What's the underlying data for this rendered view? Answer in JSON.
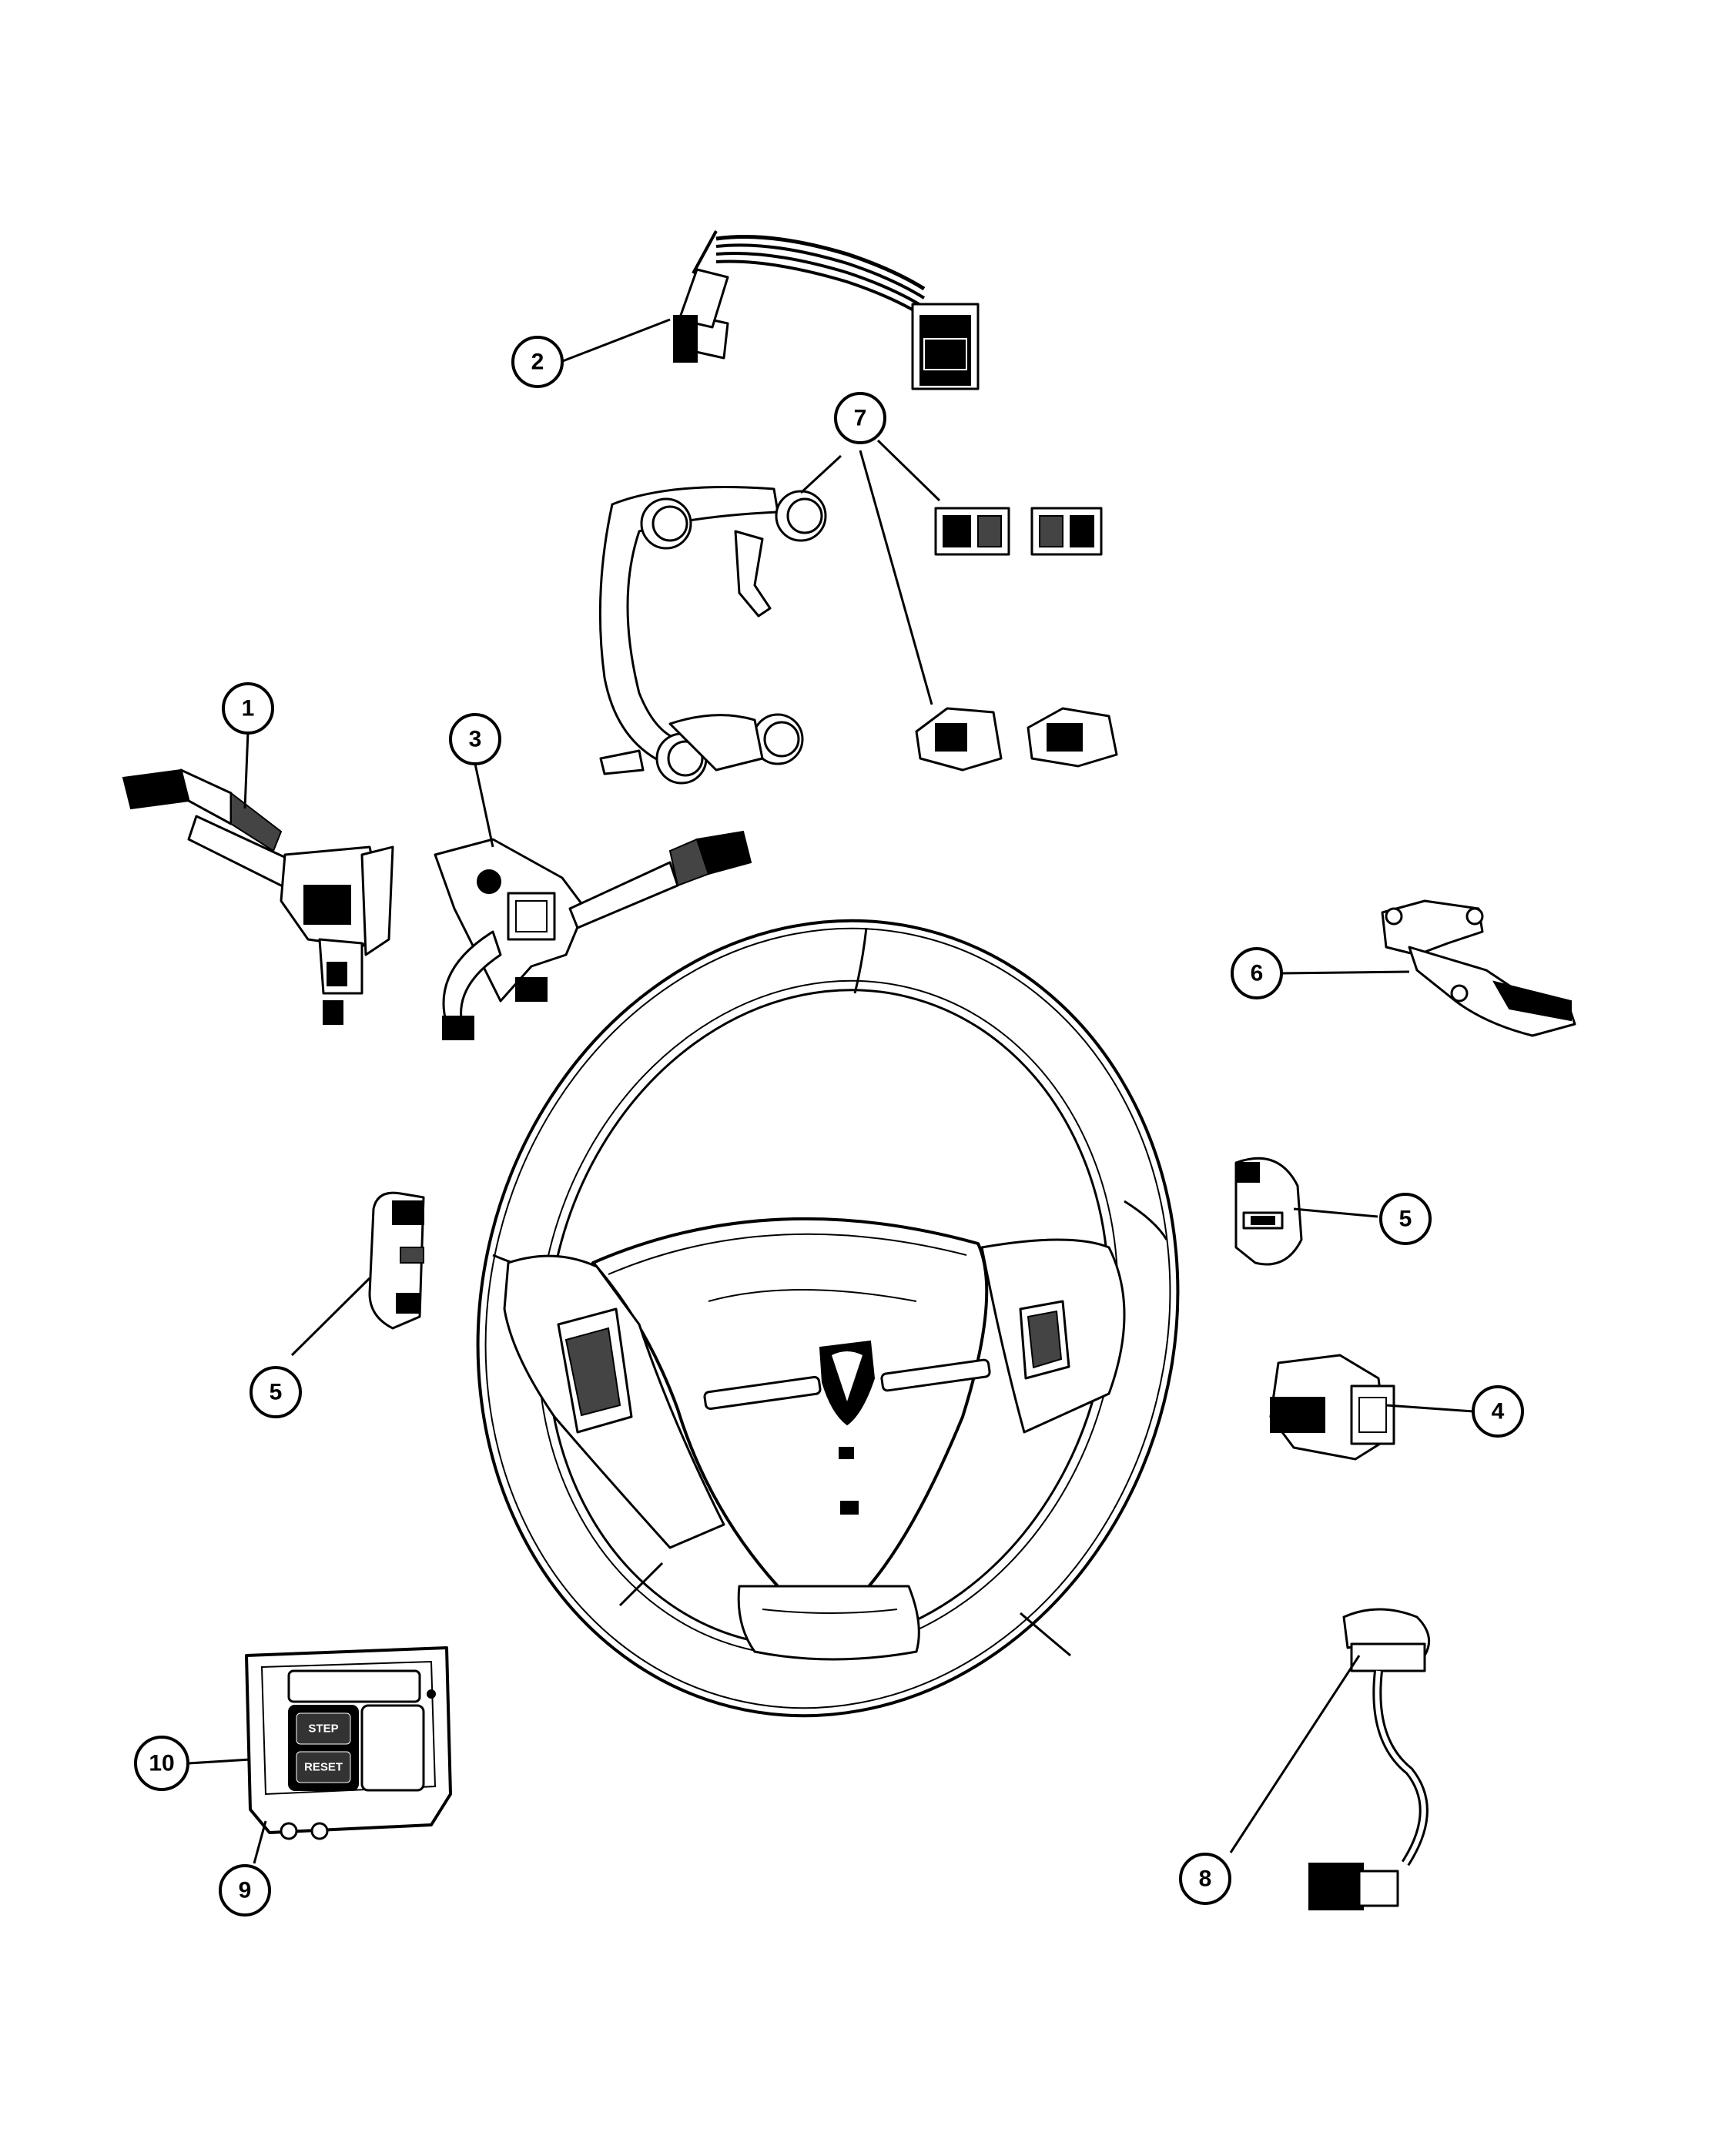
{
  "callouts": [
    {
      "id": "1",
      "label": "1"
    },
    {
      "id": "2",
      "label": "2"
    },
    {
      "id": "3",
      "label": "3"
    },
    {
      "id": "4",
      "label": "4"
    },
    {
      "id": "5a",
      "label": "5"
    },
    {
      "id": "5b",
      "label": "5"
    },
    {
      "id": "6",
      "label": "6"
    },
    {
      "id": "7",
      "label": "7"
    },
    {
      "id": "8",
      "label": "8"
    },
    {
      "id": "9",
      "label": "9"
    },
    {
      "id": "10",
      "label": "10"
    }
  ],
  "switch_buttons": {
    "step": "STEP",
    "reset": "RESET"
  }
}
